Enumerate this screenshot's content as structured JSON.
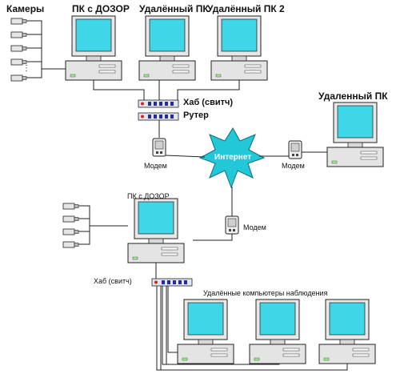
{
  "labels": {
    "cameras": "Камеры",
    "pc_dozor_top": "ПК с ДОЗОР",
    "remote_pc_1": "Удалённый ПК",
    "remote_pc_2": "Удалённый ПК 2",
    "hub_switch_top": "Хаб (свитч)",
    "router": "Рутер",
    "remote_pc_right": "Удаленный ПК",
    "internet": "Интернет",
    "modem_left": "Модем",
    "modem_right": "Модем",
    "pc_dozor_bottom": "ПК с ДОЗОР",
    "modem_bottom": "Модем",
    "hub_switch_bottom": "Хаб (свитч)",
    "remote_monitoring": "Удалённые компьютеры наблюдения"
  },
  "colors": {
    "screen": "#3fd6e8",
    "case": "#e4e4e4",
    "line": "#222222",
    "internet_fill": "#22c7d8",
    "hub_fill": "#dfe7f2",
    "hub_ports": "#2a2aa0",
    "led_red": "#e02020"
  }
}
